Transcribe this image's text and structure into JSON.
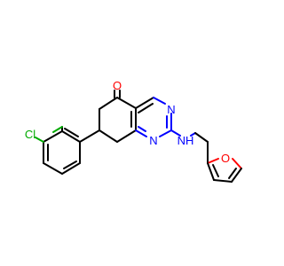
{
  "molecule": {
    "atoms": {
      "o_ketone": "O",
      "n_ring_3": "N",
      "n_ring_1": "N",
      "nh": "NH",
      "o_furan": "O",
      "cl": "Cl"
    }
  },
  "colors": {
    "bond": "#000000",
    "oxygen": "#ff0000",
    "nitrogen": "#0000ff",
    "chlorine": "#00aa00",
    "background": "#ffffff"
  }
}
